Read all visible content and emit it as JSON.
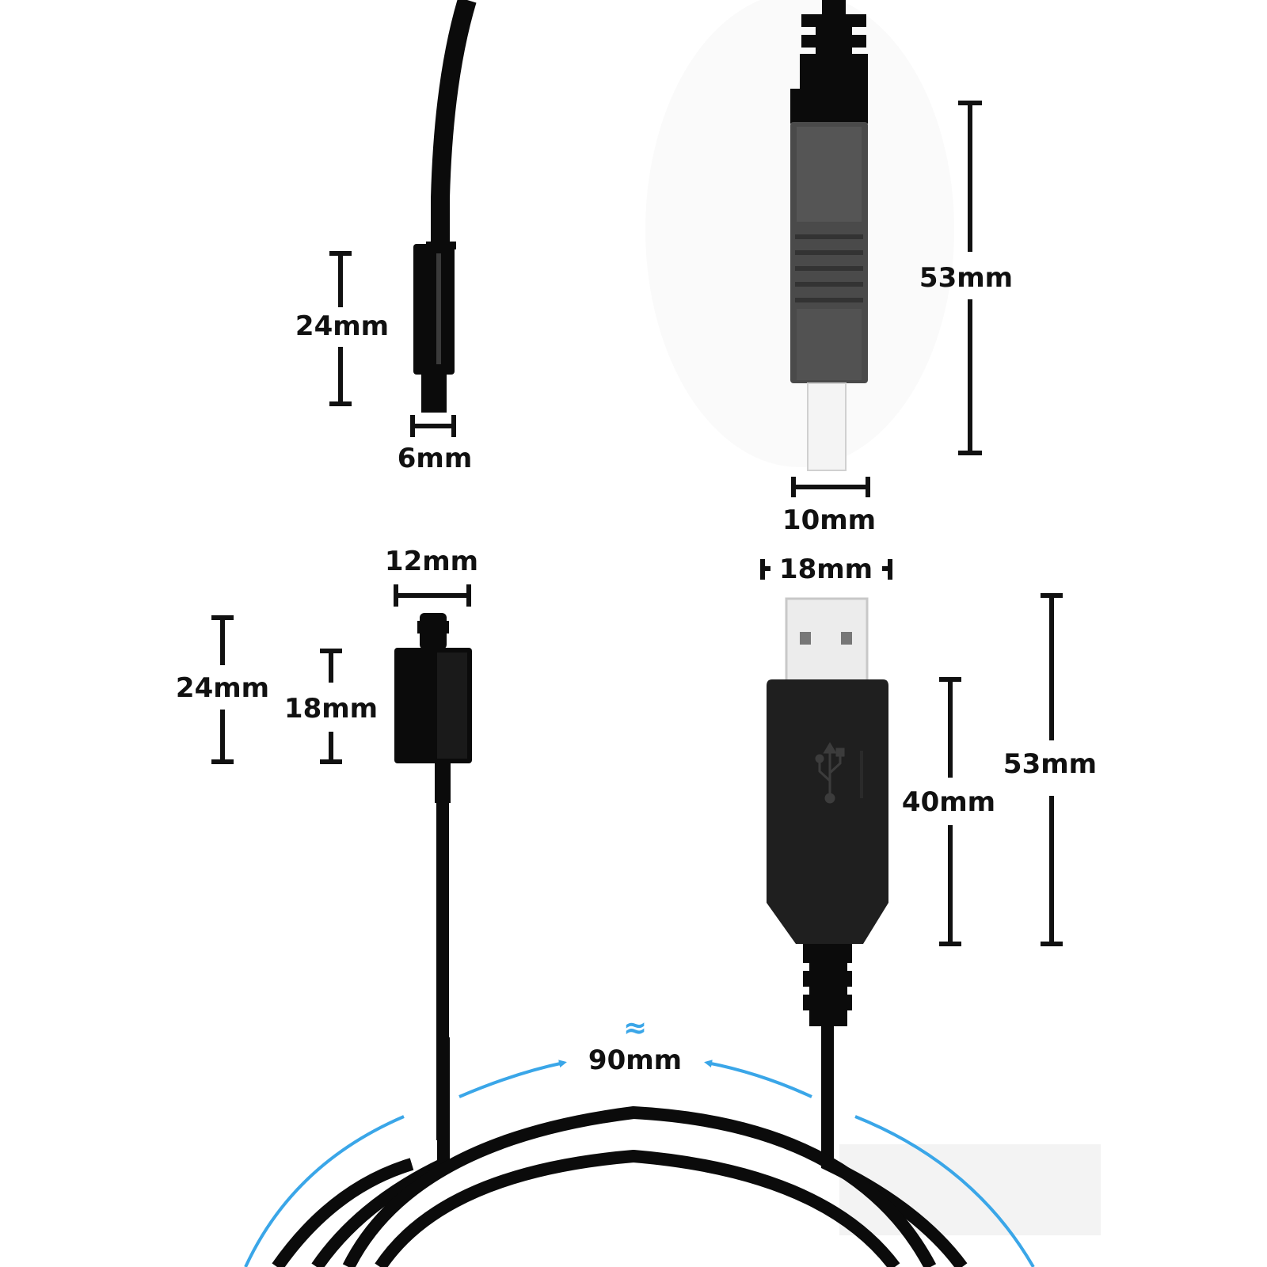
{
  "colors": {
    "background": "#ffffff",
    "cable": "#0b0b0b",
    "connector_gray": "#4a4a4a",
    "usb_body": "#1f1f1f",
    "usb_metal": "#e8e8e8",
    "dimension_line": "#111111",
    "arc_accent": "#3aa6e8"
  },
  "icons": [
    "usb-trident-icon"
  ],
  "dimensions": {
    "dc_body_length": "24mm",
    "dc_pin_diameter": "6mm",
    "plug_b_length": "53mm",
    "plug_b_width": "10mm",
    "micro_head_width": "12mm",
    "micro_total_length": "24mm",
    "micro_body_length": "18mm",
    "usb_width": "18mm",
    "usb_total_length": "53mm",
    "usb_body_length": "40mm",
    "coil_diameter": "90mm",
    "approx_symbol": "≈"
  }
}
